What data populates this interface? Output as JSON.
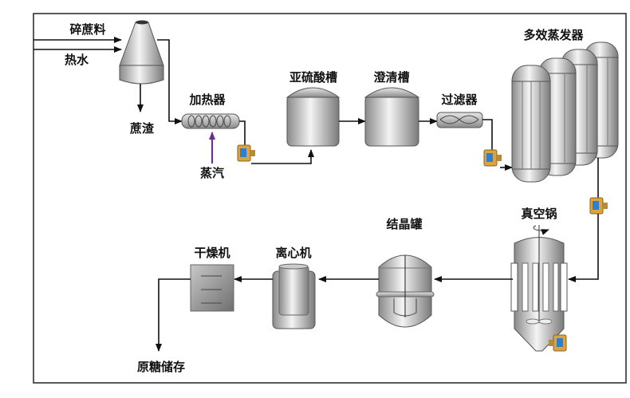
{
  "labels": {
    "crushed_cane": "碎蔗料",
    "hot_water": "热水",
    "bagasse": "蔗渣",
    "heater": "加热器",
    "steam": "蒸汽",
    "sulfite_tank": "亚硫酸槽",
    "clarifier": "澄清槽",
    "filter": "过滤器",
    "evaporator": "多效蒸发器",
    "vacuum_pan": "真空锅",
    "crystallizer": "结晶罐",
    "centrifuge": "离心机",
    "dryer": "干燥机",
    "storage": "原糖储存"
  },
  "colors": {
    "line": "#111111",
    "steam": "#6a2c91",
    "sensor": "#d9a441",
    "sensor_screen": "#2f7fd0"
  }
}
